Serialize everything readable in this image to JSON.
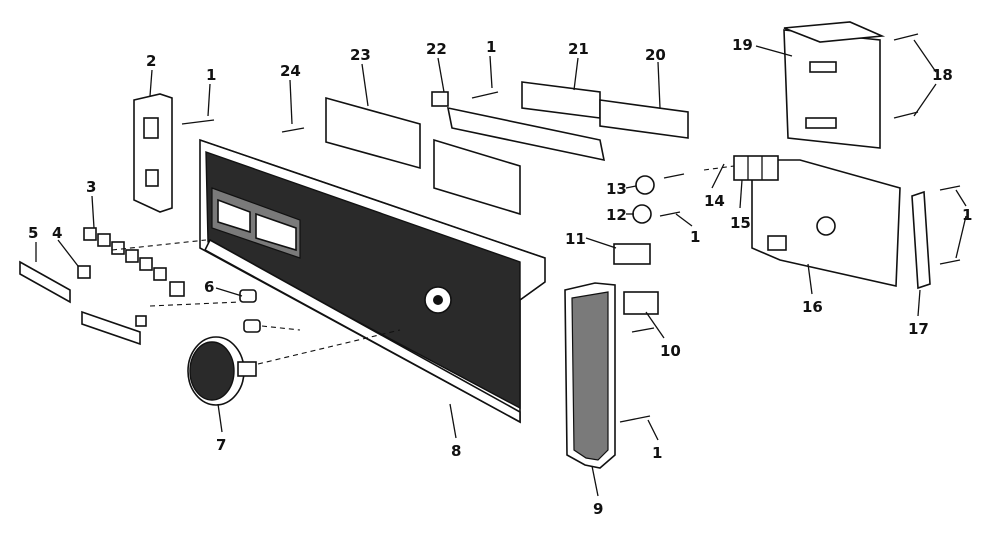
{
  "parts": [
    {
      "id": "p19",
      "label": "19",
      "name": "cover"
    },
    {
      "id": "p18",
      "label": "18",
      "name": "screws"
    },
    {
      "id": "p20",
      "label": "20",
      "name": "connector"
    },
    {
      "id": "p21",
      "label": "21",
      "name": "connector"
    },
    {
      "id": "p22",
      "label": "22",
      "name": "bracket"
    },
    {
      "id": "p23",
      "label": "23",
      "name": "mounting-plates"
    },
    {
      "id": "p24",
      "label": "24",
      "name": "screw"
    },
    {
      "id": "p2",
      "label": "2",
      "name": "end-bracket"
    },
    {
      "id": "p3",
      "label": "3",
      "name": "buttons"
    },
    {
      "id": "p4",
      "label": "4",
      "name": "button"
    },
    {
      "id": "p5",
      "label": "5",
      "name": "button-strip"
    },
    {
      "id": "p6",
      "label": "6",
      "name": "pins"
    },
    {
      "id": "p7",
      "label": "7",
      "name": "knob"
    },
    {
      "id": "p8",
      "label": "8",
      "name": "console-panel"
    },
    {
      "id": "p9",
      "label": "9",
      "name": "trim-cap"
    },
    {
      "id": "p10",
      "label": "10",
      "name": "switch"
    },
    {
      "id": "p11",
      "label": "11",
      "name": "switch"
    },
    {
      "id": "p12",
      "label": "12",
      "name": "cam"
    },
    {
      "id": "p13",
      "label": "13",
      "name": "cam"
    },
    {
      "id": "p14",
      "label": "14",
      "name": "clip"
    },
    {
      "id": "p15",
      "label": "15",
      "name": "terminal-block"
    },
    {
      "id": "p16",
      "label": "16",
      "name": "timer"
    },
    {
      "id": "p17",
      "label": "17",
      "name": "bracket"
    },
    {
      "id": "p1",
      "label": "1",
      "name": "screw"
    }
  ],
  "callouts": {
    "c19": "19",
    "c18": "18",
    "c20": "20",
    "c21": "21",
    "c22": "22",
    "c1a": "1",
    "c23": "23",
    "c24": "24",
    "c2": "2",
    "c1b": "1",
    "c3": "3",
    "c4": "4",
    "c5": "5",
    "c6": "6",
    "c7": "7",
    "c8": "8",
    "c9": "9",
    "c1c": "1",
    "c10": "10",
    "c11": "11",
    "c12": "12",
    "c1d": "1",
    "c13": "13",
    "c14": "14",
    "c15": "15",
    "c16": "16",
    "c1e": "1",
    "c17": "17"
  }
}
